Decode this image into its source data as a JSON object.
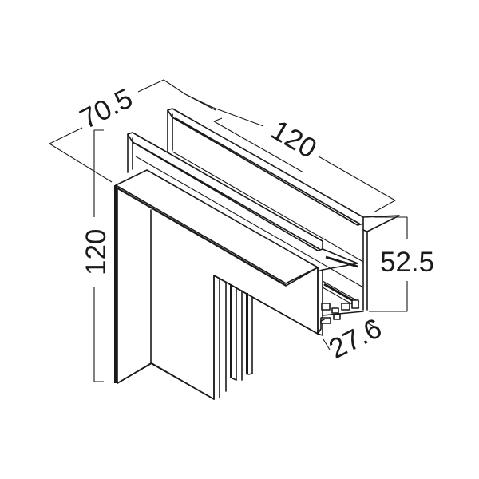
{
  "drawing": {
    "title": "L-shaped corner connector profile (isometric)",
    "background": "#ffffff",
    "line_color": "#1a1a1a",
    "units": "mm",
    "dimensions": {
      "depth": {
        "label": "70.5",
        "value": 70.5,
        "orientation": "diagonal-left"
      },
      "length": {
        "label": "120",
        "value": 120,
        "orientation": "diagonal-right"
      },
      "height_left": {
        "label": "120",
        "value": 120,
        "orientation": "vertical"
      },
      "profile_height": {
        "label": "52.5",
        "value": 52.5,
        "orientation": "vertical"
      },
      "profile_width": {
        "label": "27.6",
        "value": 27.6,
        "orientation": "diagonal"
      }
    }
  }
}
